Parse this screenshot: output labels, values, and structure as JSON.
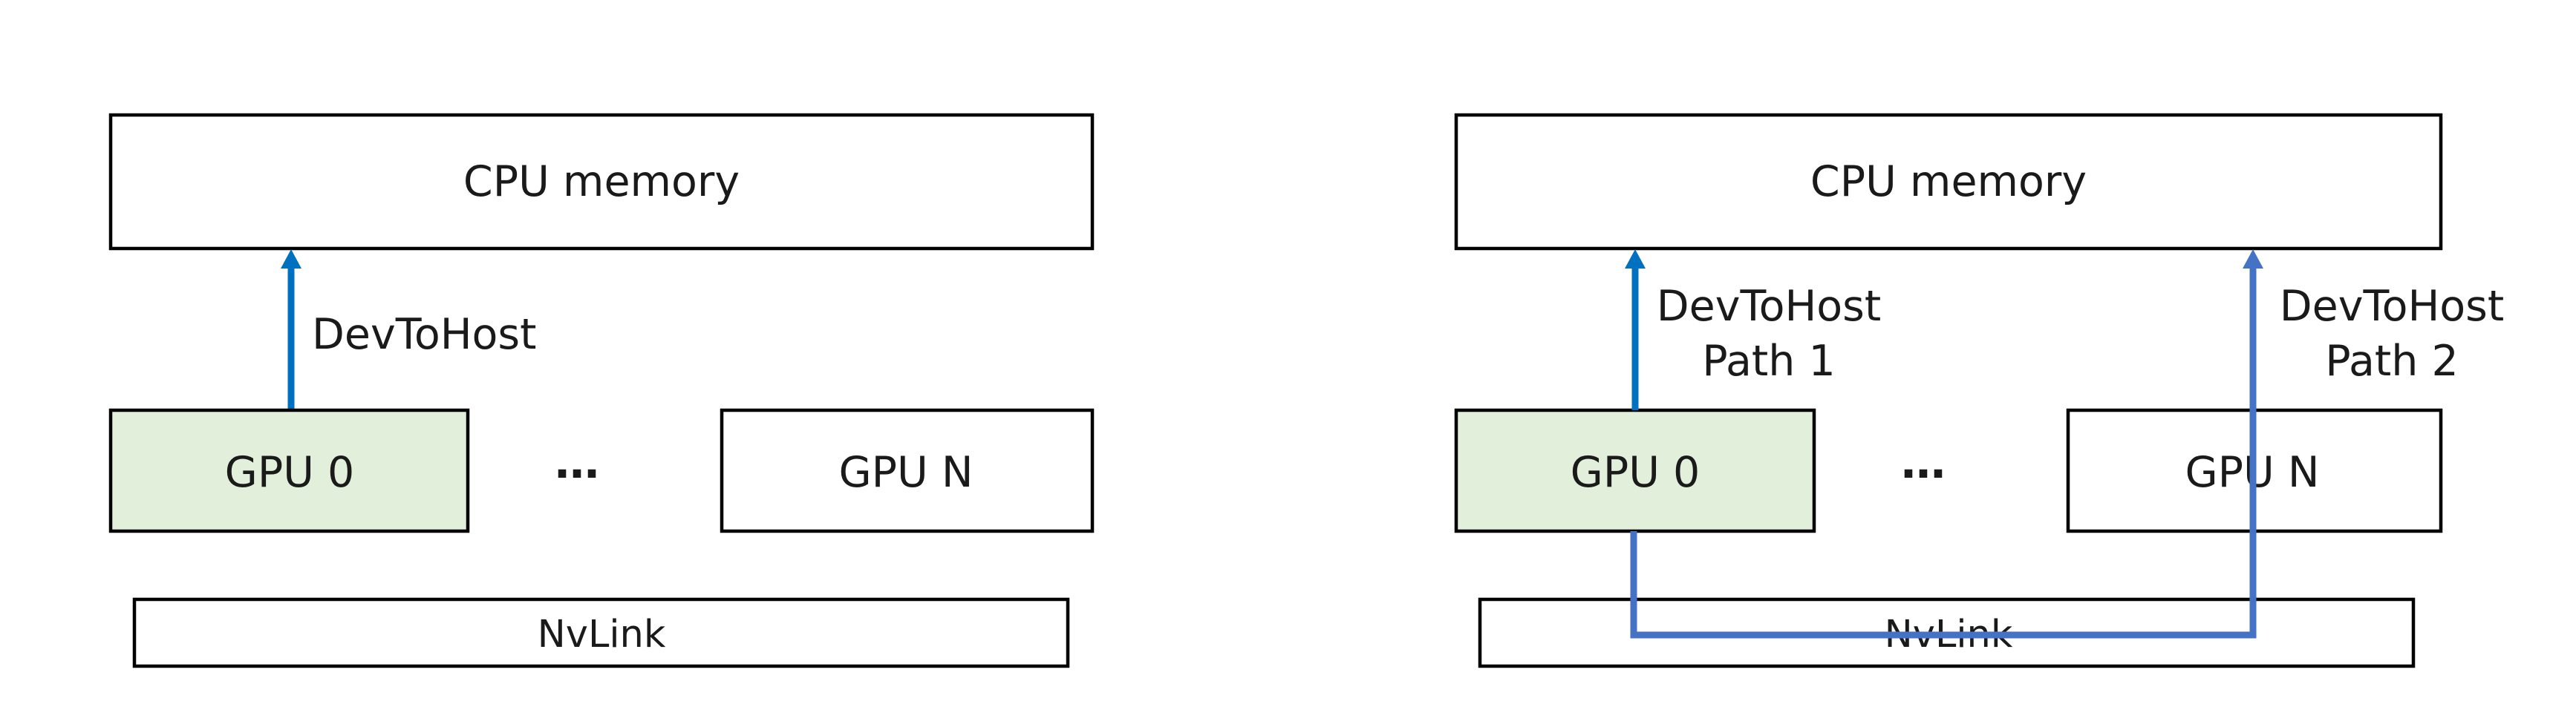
{
  "colors": {
    "gpu0_fill": "#e2efda",
    "box_fill": "#ffffff",
    "path1_arrow": "#0070c0",
    "path2_arrow": "#4472c4"
  },
  "left_panel": {
    "cpu_memory": "CPU memory",
    "arrow_label": "DevToHost",
    "gpu0": "GPU 0",
    "ellipsis": "…",
    "gpun": "GPU N",
    "nvlink": "NvLink"
  },
  "right_panel": {
    "cpu_memory": "CPU memory",
    "path1_label_line1": "DevToHost",
    "path1_label_line2": "Path 1",
    "path2_label_line1": "DevToHost",
    "path2_label_line2": "Path 2",
    "gpu0": "GPU 0",
    "ellipsis": "…",
    "gpun": "GPU N",
    "nvlink": "NvLink"
  }
}
